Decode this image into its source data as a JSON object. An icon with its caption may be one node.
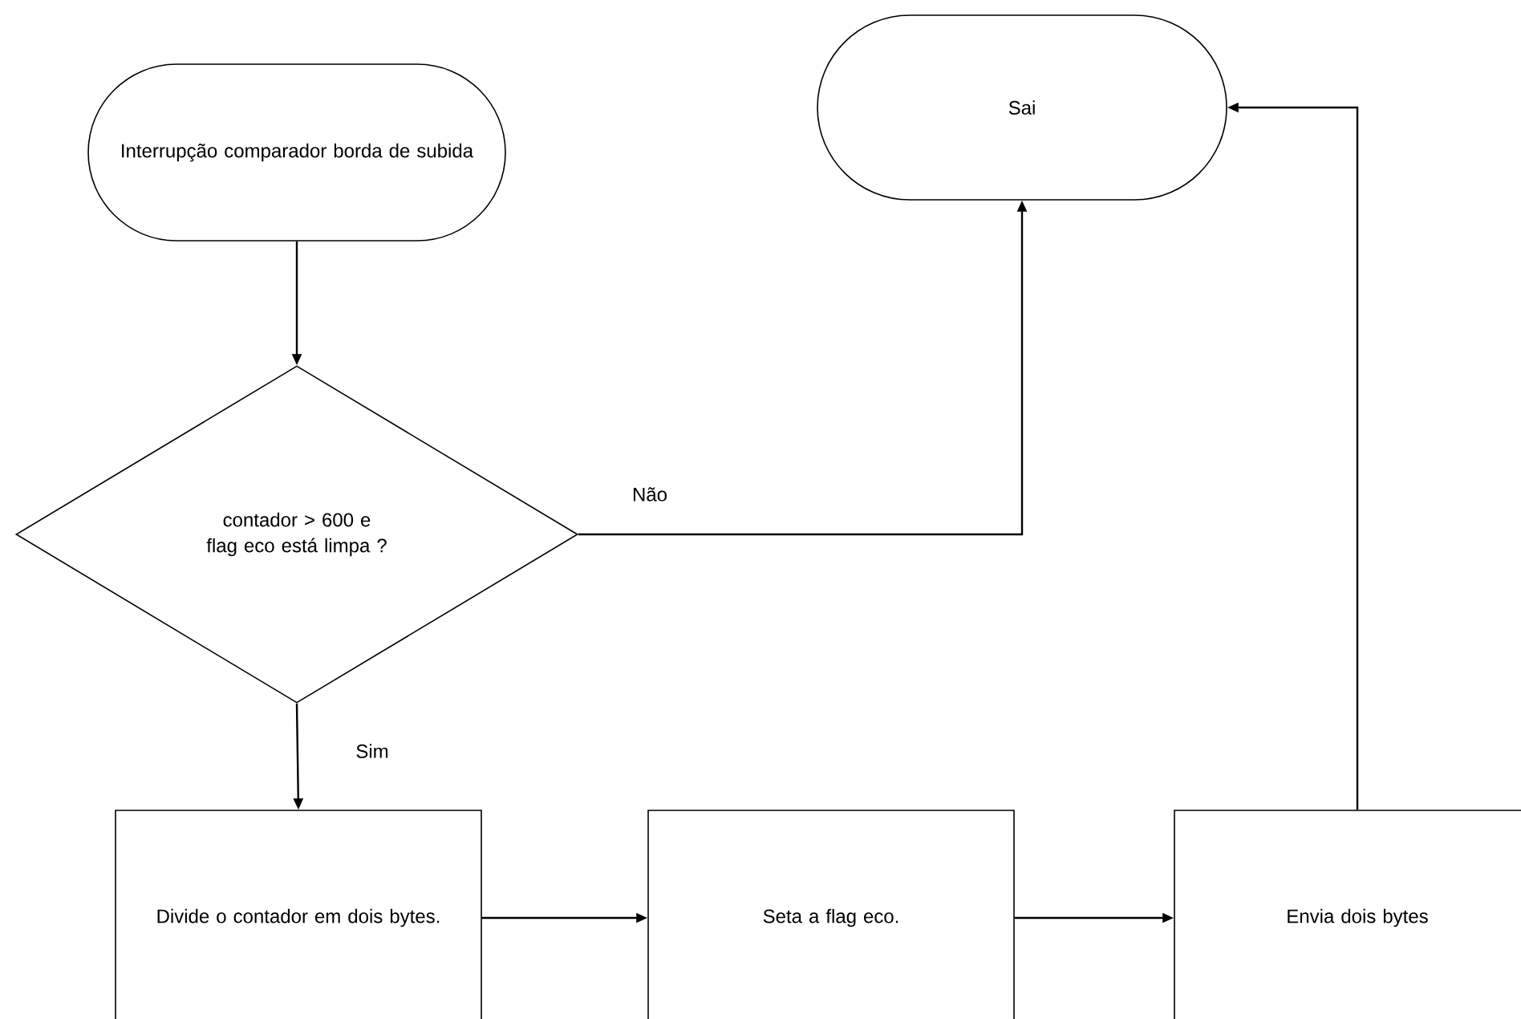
{
  "diagram": {
    "nodes": [
      {
        "text": [
          "Interrupção comparador borda de subida"
        ]
      },
      {
        "text": [
          "contador > 600 e flag eco está limpa ?"
        ]
      },
      {
        "text": [
          "Sai"
        ]
      },
      {
        "text": [
          "Divide o contador em dois bytes."
        ]
      },
      {
        "text": [
          "Seta a flag eco."
        ]
      },
      {
        "text": [
          "Envia dois bytes"
        ]
      }
    ],
    "edges": [
      {
        "from": 0,
        "to": 1,
        "arrow": "to"
      },
      {
        "from": 1,
        "to": 2,
        "arrow": "to",
        "label": "Não"
      },
      {
        "from": 1,
        "to": 3,
        "arrow": "to",
        "label": "Sim"
      },
      {
        "from": 3,
        "to": 4,
        "arrow": "to"
      },
      {
        "from": 4,
        "to": 5,
        "arrow": "to"
      },
      {
        "from": 5,
        "to": 2,
        "arrow": "to"
      }
    ]
  }
}
